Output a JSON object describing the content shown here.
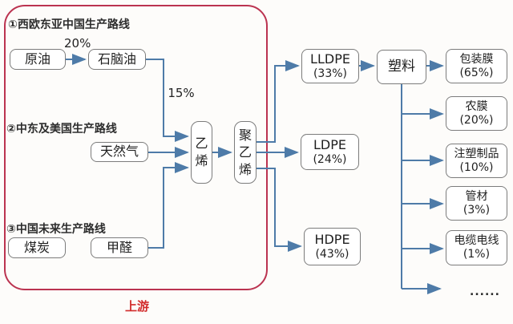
{
  "colors": {
    "arrow": "#4e7ba8",
    "boxborder": "#7c7c7c",
    "frame": "#bb3350",
    "caption": "#d22b2b",
    "text": "#1f1f1f",
    "bg": "#fdfcfa"
  },
  "frame": {
    "caption": "上游"
  },
  "routes": [
    {
      "label": "①西欧东亚中国生产路线"
    },
    {
      "label": "②中东及美国生产路线"
    },
    {
      "label": "③中国未来生产路线"
    }
  ],
  "edge_labels": {
    "crude_to_naphtha": "20%",
    "naphtha_to_ethylene": "15%"
  },
  "nodes": {
    "crude_oil": {
      "label": "原油"
    },
    "naphtha": {
      "label": "石脑油"
    },
    "natural_gas": {
      "label": "天然气"
    },
    "coal": {
      "label": "煤炭"
    },
    "formaldehyde": {
      "label": "甲醛"
    },
    "ethylene": {
      "label": "乙烯"
    },
    "polyethylene": {
      "label": "聚乙烯"
    },
    "lldpe": {
      "label": "LLDPE",
      "share": "(33%)"
    },
    "ldpe": {
      "label": "LDPE",
      "share": "(24%)"
    },
    "hdpe": {
      "label": "HDPE",
      "share": "(43%)"
    },
    "plastic": {
      "label": "塑料"
    },
    "packaging_film": {
      "label": "包装膜",
      "share": "(65%)"
    },
    "agri_film": {
      "label": "农膜",
      "share": "(20%)"
    },
    "injection_products": {
      "label": "注塑制品",
      "share": "(10%)"
    },
    "pipes": {
      "label": "管材",
      "share": "(3%)"
    },
    "cables": {
      "label": "电缆电线",
      "share": "(1%)"
    },
    "others": {
      "label": "......"
    }
  }
}
